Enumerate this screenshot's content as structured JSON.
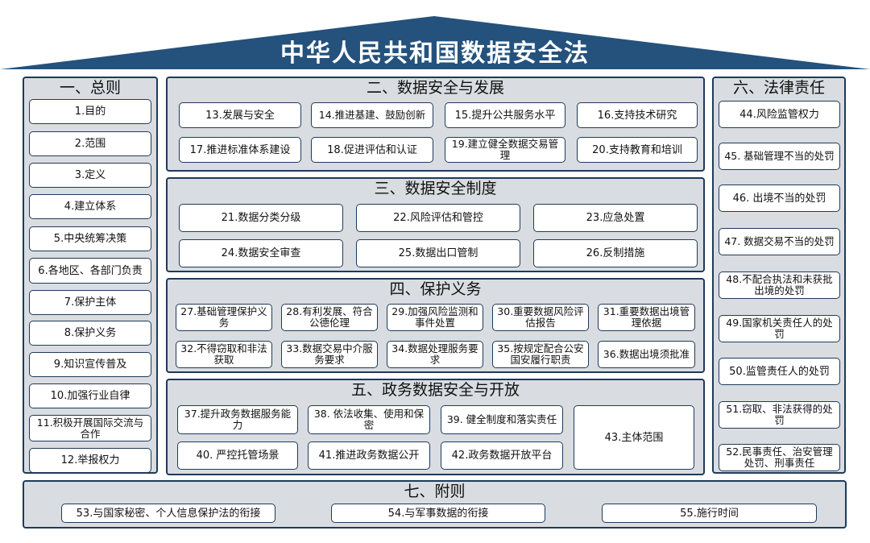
{
  "title": "中华人民共和国数据安全法",
  "chapters": [
    {
      "title": "一、总则",
      "items": [
        "1.目的",
        "2.范围",
        "3.定义",
        "4.建立体系",
        "5.中央统筹决策",
        "6.各地区、各部门负责",
        "7.保护主体",
        "8.保护义务",
        "9.知识宣传普及",
        "10.加强行业自律",
        "11.积极开展国际交流与合作",
        "12.举报权力"
      ]
    },
    {
      "title": "二、数据安全与发展",
      "items": [
        "13.发展与安全",
        "14.推进基建、鼓励创新",
        "15.提升公共服务水平",
        "16.支持技术研究",
        "17.推进标准体系建设",
        "18.促进评估和认证",
        "19.建立健全数据交易管理",
        "20.支持教育和培训"
      ]
    },
    {
      "title": "三、数据安全制度",
      "items": [
        "21.数据分类分级",
        "22.风险评估和管控",
        "23.应急处置",
        "24.数据安全审查",
        "25.数据出口管制",
        "26.反制措施"
      ]
    },
    {
      "title": "四、保护义务",
      "items": [
        "27.基础管理保护义务",
        "28.有利发展、符合公德伦理",
        "29.加强风险监测和事件处置",
        "30.重要数据风险评估报告",
        "31.重要数据出境管理依据",
        "32.不得窃取和非法获取",
        "33.数据交易中介服务要求",
        "34.数据处理服务要求",
        "35.按规定配合公安国安履行职责",
        "36.数据出境须批准"
      ]
    },
    {
      "title": "五、政务数据安全与开放",
      "items": [
        "37.提升政务数据服务能力",
        "38. 依法收集、使用和保密",
        "39. 健全制度和落实责任",
        "40. 严控托管场景",
        "41.推进政务数据公开",
        "42.政务数据开放平台",
        "43.主体范围"
      ]
    },
    {
      "title": "六、法律责任",
      "items": [
        "44.风险监管权力",
        "45. 基础管理不当的处罚",
        "46. 出境不当的处罚",
        "47. 数据交易不当的处罚",
        "48.不配合执法和未获批出境的处罚",
        "49.国家机关责任人的处罚",
        "50.监管责任人的处罚",
        "51.窃取、非法获得的处罚",
        "52.民事责任、治安管理处罚、刑事责任"
      ]
    },
    {
      "title": "七、附则",
      "items": [
        "53.与国家秘密、个人信息保护法的衔接",
        "54.与军事数据的衔接",
        "55.施行时间"
      ]
    }
  ]
}
